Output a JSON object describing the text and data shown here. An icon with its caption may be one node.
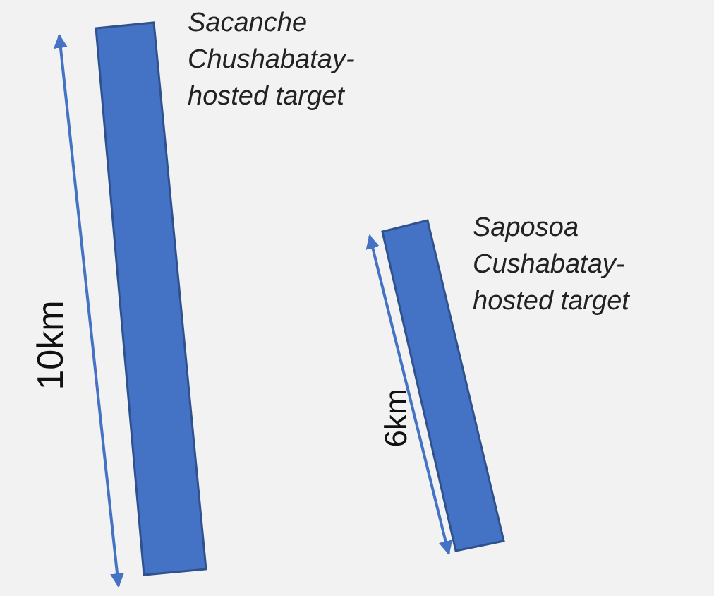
{
  "diagram": {
    "nodes": [
      {
        "text": [],
        "shape": "bar",
        "beside": [
          "Sacanche Chushabatay-hosted target"
        ]
      },
      {
        "text": [],
        "shape": "bar",
        "beside": [
          "Saposoa Cushabatay-hosted target"
        ]
      }
    ],
    "labels": [
      "10km",
      "6km"
    ]
  }
}
